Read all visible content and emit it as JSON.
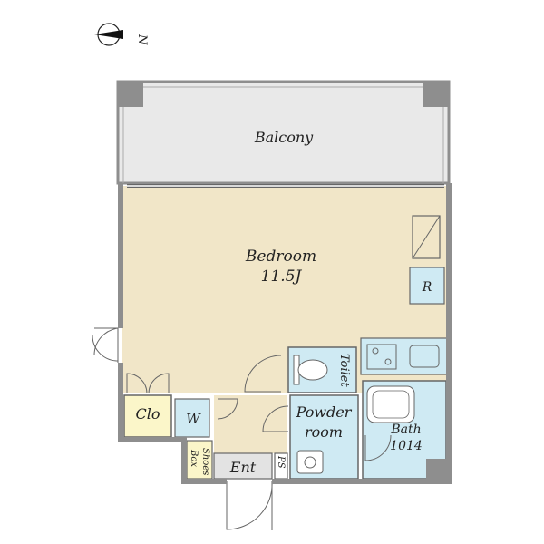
{
  "compass": {
    "label": "N",
    "icon": "north-arrow-icon"
  },
  "rooms": {
    "balcony": {
      "label": "Balcony"
    },
    "bedroom": {
      "label": "Bedroom",
      "size": "11.5J"
    },
    "refrigerator": {
      "label": "R"
    },
    "toilet": {
      "label": "Toilet"
    },
    "powder_room": {
      "line1": "Powder",
      "line2": "room"
    },
    "bath": {
      "line1": "Bath",
      "line2": "1014"
    },
    "closet": {
      "label": "Clo"
    },
    "washer": {
      "label": "W"
    },
    "entrance": {
      "label": "Ent"
    },
    "shoes_box": {
      "line1": "Shoes",
      "line2": "Box"
    },
    "pipe_space": {
      "label": "PS"
    }
  },
  "colors": {
    "wall": "#8e8e8e",
    "balcony_fill": "#e9e9e9",
    "bedroom_fill": "#f1e6c8",
    "wet_area_fill": "#cfeaf3",
    "closet_fill": "#fbf6c9",
    "entrance_fill": "#e3e3e3",
    "line": "#555555"
  }
}
